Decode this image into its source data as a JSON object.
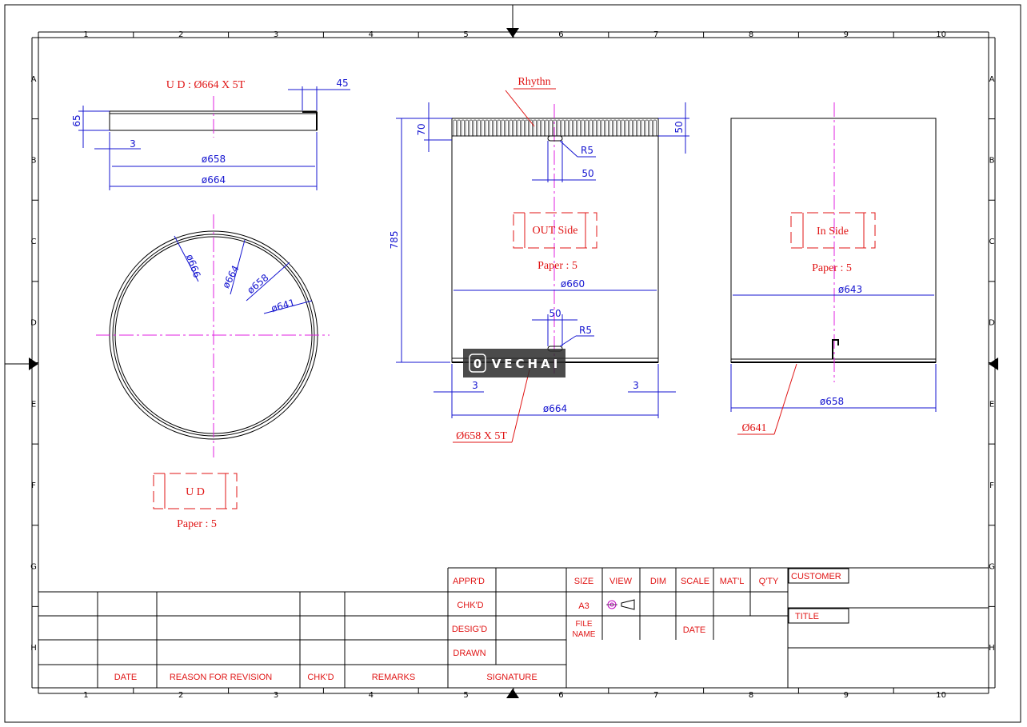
{
  "grid": {
    "columns": [
      "1",
      "2",
      "3",
      "4",
      "5",
      "6",
      "7",
      "8",
      "9",
      "10"
    ],
    "rows": [
      "A",
      "B",
      "C",
      "D",
      "E",
      "F",
      "G",
      "H"
    ]
  },
  "top_view": {
    "title": "U D : Ø664 X 5T",
    "dims": {
      "height": "65",
      "flange": "45",
      "wall": "3",
      "d_inner": "ø658",
      "d_outer": "ø664"
    }
  },
  "circle_view": {
    "dims": [
      "ø666",
      "ø664",
      "ø658",
      "ø641"
    ],
    "label": "U D",
    "paper": "Paper : 5"
  },
  "front_view": {
    "rhythm_label": "Rhythn",
    "dims": {
      "band_height": "70",
      "band_right": "50",
      "height": "785",
      "r_top": "R5",
      "slot_top": "50",
      "diameter": "ø660",
      "slot_bottom": "50",
      "r_bottom": "R5",
      "wall_left": "3",
      "wall_right": "3",
      "d_bottom": "ø664"
    },
    "side_label": "OUT Side",
    "paper": "Paper : 5",
    "leader_label": "Ø658 X 5T"
  },
  "right_view": {
    "side_label": "In Side",
    "paper": "Paper : 5",
    "dims": {
      "diameter": "ø643",
      "d_bottom": "ø658"
    },
    "leader_label": "Ø641"
  },
  "watermark": {
    "text": "VECHAI",
    "logo": "0"
  },
  "title_block": {
    "revision_headers": [
      "DATE",
      "REASON FOR REVISION",
      "CHK'D",
      "REMARKS"
    ],
    "signature_header": "SIGNATURE",
    "sign_rows": [
      "APPR'D",
      "CHK'D",
      "DESIG'D",
      "DRAWN"
    ],
    "info_headers": [
      "SIZE",
      "VIEW",
      "DIM",
      "SCALE",
      "MAT'L",
      "Q'TY"
    ],
    "size_value": "A3",
    "file_name_label": [
      "FILE",
      "NAME"
    ],
    "date_label": "DATE",
    "customer_label": "CUSTOMER",
    "title_label": "TITLE"
  },
  "colors": {
    "dimension": "#1515d0",
    "annotation": "#e01515",
    "centerline": "#e020e0",
    "outline": "#000000"
  }
}
